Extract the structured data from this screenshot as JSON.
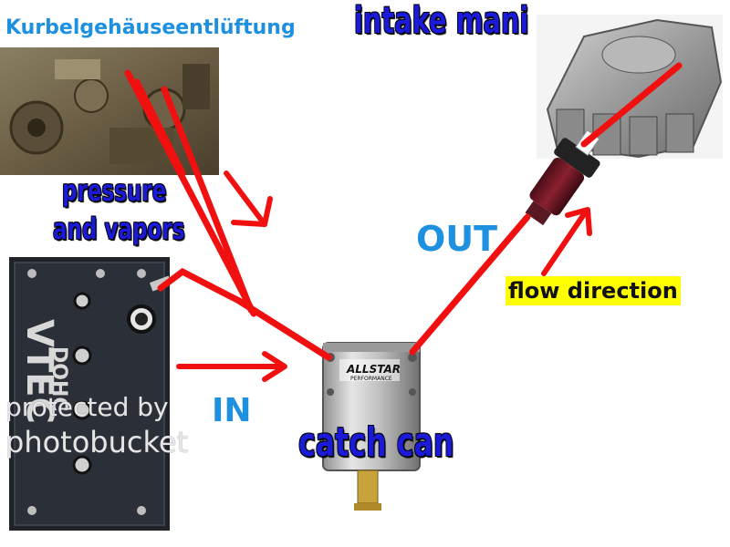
{
  "labels": {
    "crankcase_title": "Kurbelgehäuseentlüftung",
    "intake_manifold": "intake mani",
    "pressure": "pressure",
    "and_vapors": "and vapors",
    "out": "OUT",
    "in": "IN",
    "flow_direction": "flow direction",
    "catch_can": "catch can"
  },
  "valve_cover": {
    "text_dohc": "DOHC",
    "text_vtec": "VTEC"
  },
  "catch_can_brand": {
    "line1": "ALLSTAR",
    "line2": "PERFORMANCE"
  },
  "watermark": {
    "line1": "protected by",
    "line2": "photobucket"
  },
  "colors": {
    "arrow_red": "#f01010",
    "label_blue": "#1e90e0",
    "blob_blue": "#1a1ad8",
    "highlight_yellow": "#ffff00"
  }
}
